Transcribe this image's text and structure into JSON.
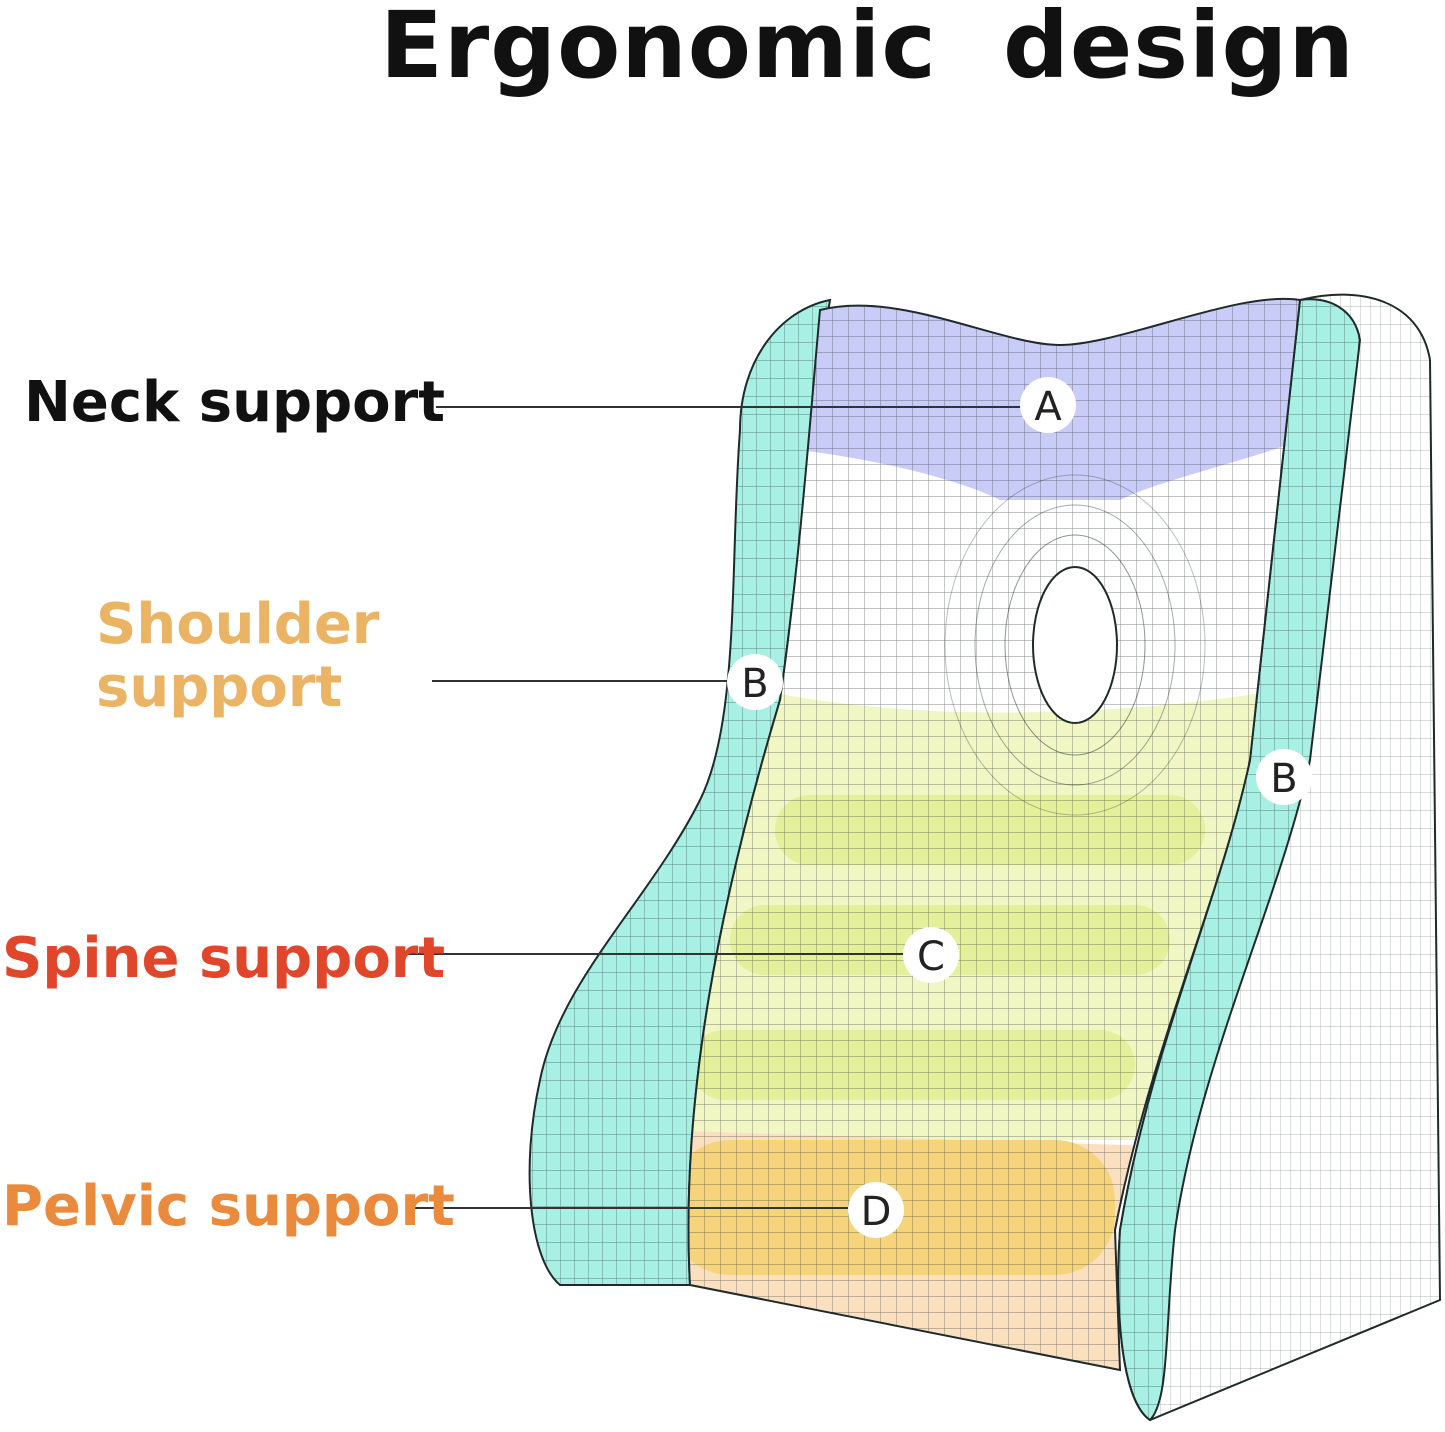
{
  "title": "Ergonomic  design",
  "labels": {
    "neck": "Neck support",
    "shoulder_line1": "Shoulder",
    "shoulder_line2": "support",
    "spine": "Spine support",
    "pelvic": "Pelvic support"
  },
  "markers": {
    "a": "A",
    "b_left": "B",
    "b_right": "B",
    "c": "C",
    "d": "D"
  },
  "colors": {
    "title": "#111111",
    "neck": "#111111",
    "shoulder": "#eab464",
    "spine": "#e0462a",
    "pelvic": "#ea8a3c",
    "side_panel": "#a8f0e4",
    "neck_zone": "#c9ccf6",
    "spine_zone": "#f0f6c4",
    "spine_bars": "#e4f09a",
    "pelvic_zone": "#fbe0c0",
    "pelvic_bar": "#f6d47c",
    "mesh": "#1f2a2a"
  }
}
